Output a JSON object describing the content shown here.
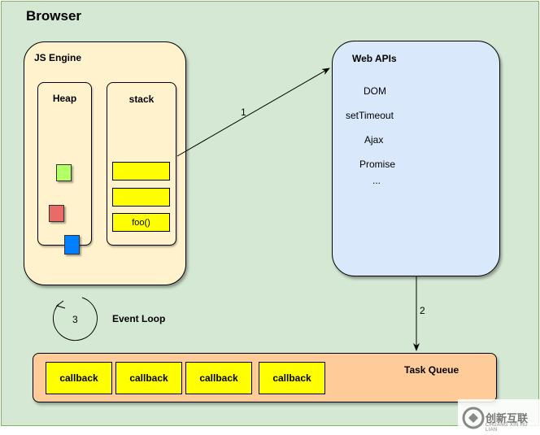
{
  "browser": {
    "title": "Browser"
  },
  "js_engine": {
    "title": "JS Engine",
    "heap": {
      "title": "Heap",
      "blocks": [
        {
          "color": "#b3ff66"
        },
        {
          "color": "#ea6b66"
        },
        {
          "color": "#007fff"
        }
      ]
    },
    "stack": {
      "title": "stack",
      "frames": [
        "",
        "",
        "foo()"
      ],
      "frame_color": "#ffff00"
    }
  },
  "web_apis": {
    "title": "Web APIs",
    "items": [
      "DOM",
      "setTimeout",
      "Ajax",
      "Promise",
      "..."
    ]
  },
  "task_queue": {
    "title": "Task Queue",
    "callbacks": [
      "callback",
      "callback",
      "callback",
      "callback"
    ]
  },
  "event_loop": {
    "label": "Event Loop",
    "step": "3"
  },
  "edges": {
    "stack_to_web_apis": "1",
    "web_apis_to_queue": "2"
  },
  "watermark": {
    "text": "创新互联",
    "subtext": "CHUANG XIN HU LIAN",
    "icon": "logo-icon"
  },
  "colors": {
    "browser_bg": "#d5e8d4",
    "engine_bg": "#fff2cc",
    "web_apis_bg": "#dae8fc",
    "queue_bg": "#ffcc99",
    "callback_bg": "#ffff00"
  }
}
